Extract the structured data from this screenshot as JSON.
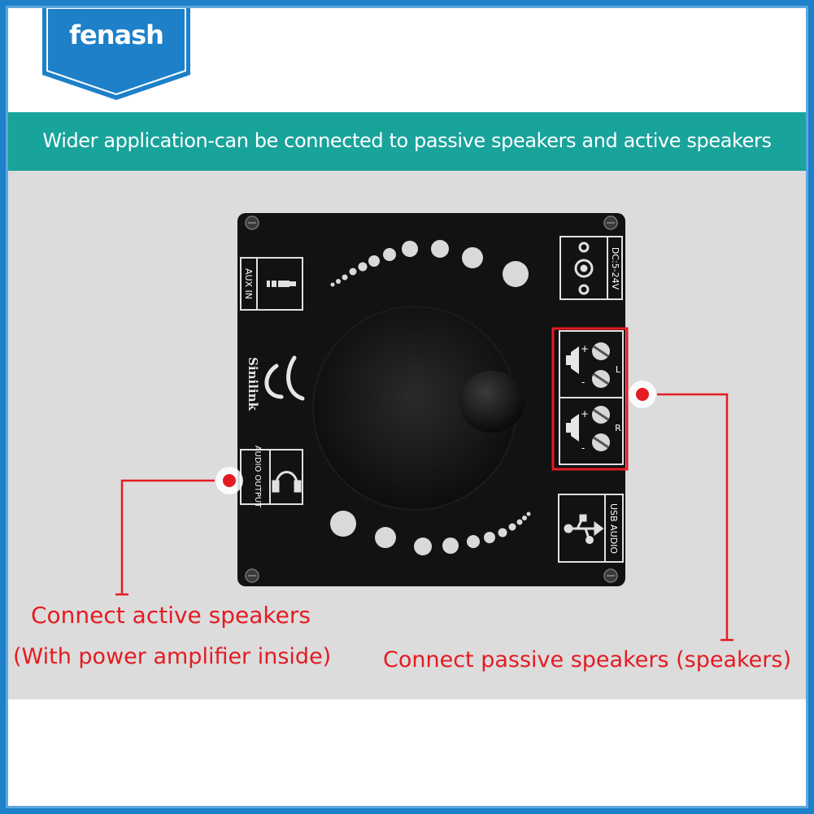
{
  "brand": {
    "name": "fenash",
    "border_color": "#1d80c9",
    "badge_color": "#1d80c9"
  },
  "banner": {
    "text": "Wider application-can be connected to passive speakers and active speakers",
    "color": "#18a39b"
  },
  "board": {
    "ports": {
      "aux_in": "AUX IN",
      "audio_output": "AUDIO OUTPUT",
      "dc": "DC:5-24V",
      "usb_audio": "USB AUDIO"
    },
    "speaker_terminals": {
      "left_channel": "L",
      "right_channel": "R",
      "plus": "+",
      "minus": "-"
    },
    "brand_label": "Sinilink"
  },
  "annotations": {
    "active": {
      "line1": "Connect active speakers",
      "line2": "(With power amplifier inside)"
    },
    "passive": {
      "text": "Connect passive speakers (speakers)"
    },
    "color": "#e41b22"
  }
}
